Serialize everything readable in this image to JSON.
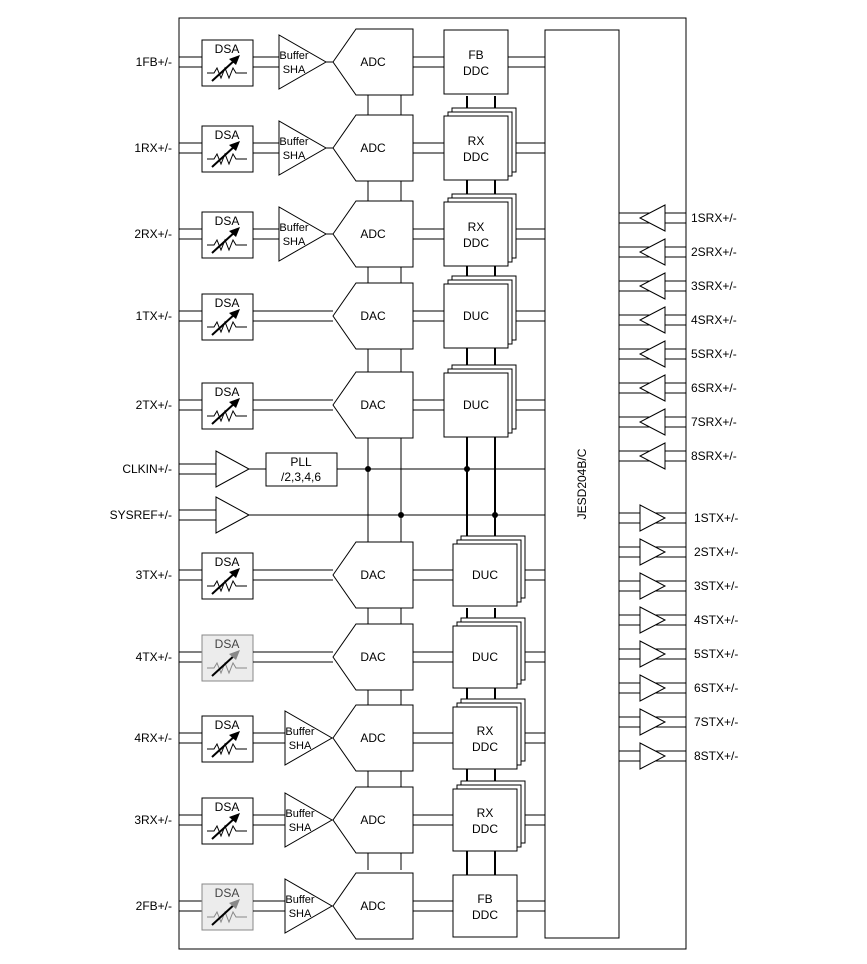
{
  "rows": [
    {
      "label": "1FB+/-",
      "dsa": "DSA",
      "buffer": [
        "Buffer",
        "SHA"
      ],
      "conv": "ADC",
      "proc": [
        "FB",
        "DDC"
      ],
      "stacked": false,
      "dsa_disabled": false
    },
    {
      "label": "1RX+/-",
      "dsa": "DSA",
      "buffer": [
        "Buffer",
        "SHA"
      ],
      "conv": "ADC",
      "proc": [
        "RX",
        "DDC"
      ],
      "stacked": true,
      "dsa_disabled": false
    },
    {
      "label": "2RX+/-",
      "dsa": "DSA",
      "buffer": [
        "Buffer",
        "SHA"
      ],
      "conv": "ADC",
      "proc": [
        "RX",
        "DDC"
      ],
      "stacked": true,
      "dsa_disabled": false
    },
    {
      "label": "1TX+/-",
      "dsa": "DSA",
      "buffer": null,
      "conv": "DAC",
      "proc": [
        "DUC"
      ],
      "stacked": true,
      "dsa_disabled": false
    },
    {
      "label": "2TX+/-",
      "dsa": "DSA",
      "buffer": null,
      "conv": "DAC",
      "proc": [
        "DUC"
      ],
      "stacked": true,
      "dsa_disabled": false
    },
    {
      "label": "3TX+/-",
      "dsa": "DSA",
      "buffer": null,
      "conv": "DAC",
      "proc": [
        "DUC"
      ],
      "stacked": true,
      "dsa_disabled": false
    },
    {
      "label": "4TX+/-",
      "dsa": "DSA",
      "buffer": null,
      "conv": "DAC",
      "proc": [
        "DUC"
      ],
      "stacked": true,
      "dsa_disabled": true
    },
    {
      "label": "4RX+/-",
      "dsa": "DSA",
      "buffer": [
        "Buffer",
        "SHA"
      ],
      "conv": "ADC",
      "proc": [
        "RX",
        "DDC"
      ],
      "stacked": true,
      "dsa_disabled": false
    },
    {
      "label": "3RX+/-",
      "dsa": "DSA",
      "buffer": [
        "Buffer",
        "SHA"
      ],
      "conv": "ADC",
      "proc": [
        "RX",
        "DDC"
      ],
      "stacked": true,
      "dsa_disabled": false
    },
    {
      "label": "2FB+/-",
      "dsa": "DSA",
      "buffer": [
        "Buffer",
        "SHA"
      ],
      "conv": "ADC",
      "proc": [
        "FB",
        "DDC"
      ],
      "stacked": false,
      "dsa_disabled": true
    }
  ],
  "clock": {
    "clkin_label": "CLKIN+/-",
    "sysref_label": "SYSREF+/-",
    "pll_lines": [
      "PLL",
      "/2,3,4,6"
    ]
  },
  "jesd_label": "JESD204B/C",
  "srx_outputs": [
    "1SRX+/-",
    "2SRX+/-",
    "3SRX+/-",
    "4SRX+/-",
    "5SRX+/-",
    "6SRX+/-",
    "7SRX+/-",
    "8SRX+/-"
  ],
  "stx_inputs": [
    "1STX+/-",
    "2STX+/-",
    "3STX+/-",
    "4STX+/-",
    "5STX+/-",
    "6STX+/-",
    "7STX+/-",
    "8STX+/-"
  ]
}
